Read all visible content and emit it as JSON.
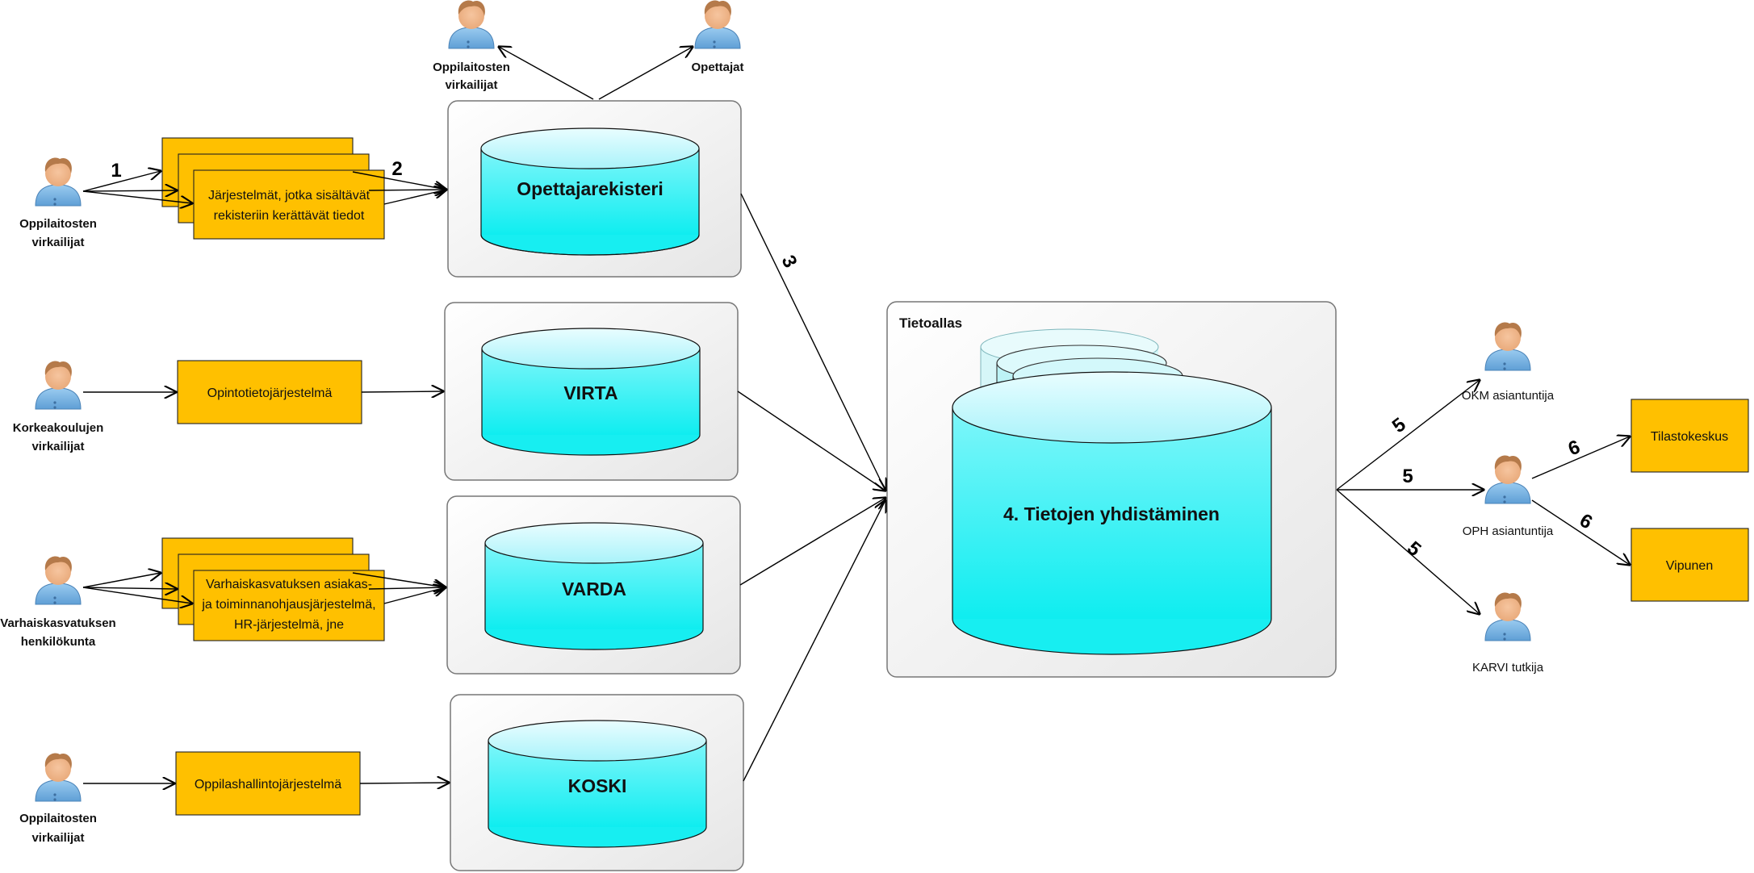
{
  "colors": {
    "system_box": "#FFC000",
    "system_border": "#C08A00",
    "cylinder_top": "#C8F8FF",
    "cylinder_body": "#1EEFF2",
    "container_fill": "#F2F2F2",
    "container_border": "#777777"
  },
  "people": {
    "virkailijat_top": {
      "line1": "Oppilaitosten",
      "line2": "virkailijat"
    },
    "opettajat": {
      "line1": "Opettajat"
    },
    "virkailijat_left": {
      "line1": "Oppilaitosten",
      "line2": "virkailijat"
    },
    "korkeakoulu": {
      "line1": "Korkeakoulujen",
      "line2": "virkailijat"
    },
    "varhais": {
      "line1": "Varhaiskasvatuksen",
      "line2": "henkilökunta"
    },
    "virkailijat_bottom": {
      "line1": "Oppilaitosten",
      "line2": "virkailijat"
    },
    "okm": {
      "line1": "OKM asiantuntija"
    },
    "oph": {
      "line1": "OPH asiantuntija"
    },
    "karvi": {
      "line1": "KARVI tutkija"
    }
  },
  "systems": {
    "jarjestelmat": {
      "line1": "Järjestelmät, jotka sisältävät",
      "line2": "rekisteriin kerättävät tiedot"
    },
    "opintotieto": {
      "line1": "Opintotietojärjestelmä"
    },
    "varhais_sys": {
      "line1": "Varhaiskasvatuksen asiakas-",
      "line2": "ja toiminnanohjausjärjestelmä,",
      "line3": "HR-järjestelmä, jne"
    },
    "oppilashallinto": {
      "line1": "Oppilashallintojärjestelmä"
    },
    "tilastokeskus": {
      "line1": "Tilastokeskus"
    },
    "vipunen": {
      "line1": "Vipunen"
    }
  },
  "databases": {
    "opettajarekisteri": "Opettajarekisteri",
    "virta": "VIRTA",
    "varda": "VARDA",
    "koski": "KOSKI",
    "tietoallas_title": "Tietoallas",
    "yhdistaminen": "4. Tietojen yhdistäminen"
  },
  "step_numbers": {
    "s1": "1",
    "s2": "2",
    "s3": "3",
    "s5a": "5",
    "s5b": "5",
    "s5c": "5",
    "s6a": "6",
    "s6b": "6"
  }
}
